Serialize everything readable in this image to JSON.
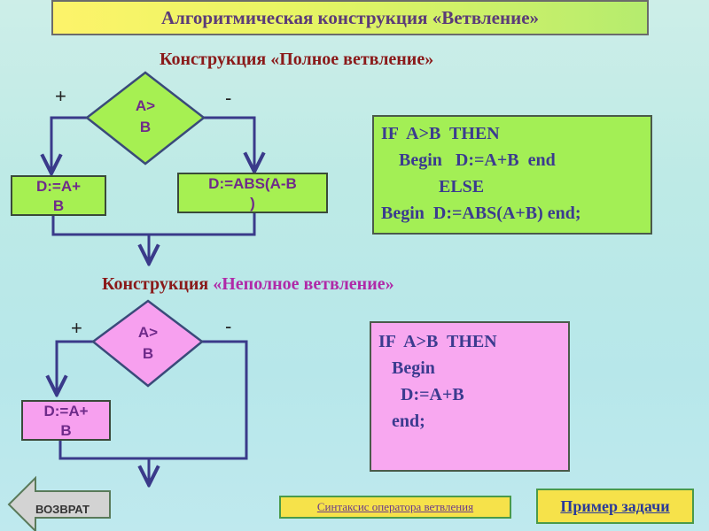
{
  "title": "Алгоритмическая  конструкция  «Ветвление»",
  "full_branch": {
    "heading_prefix": "Конструкция",
    "heading_quote": "«Полное ветвление»",
    "plus": "+",
    "minus": "-",
    "condition_line1": "A>",
    "condition_line2": "B",
    "yes_action_line1": "D:=A+",
    "yes_action_line2": "B",
    "no_action_line1": "D:=ABS(A-B",
    "no_action_line2": ")",
    "code": [
      "IF  A>B  THEN",
      "    Begin   D:=A+B  end",
      "             ELSE",
      "Begin  D:=ABS(A+B) end;"
    ]
  },
  "partial_branch": {
    "heading_prefix": "Конструкция",
    "heading_quote": "«Неполное ветвление»",
    "plus": "+",
    "minus": "-",
    "condition_line1": "A>",
    "condition_line2": "B",
    "yes_action_line1": "D:=A+",
    "yes_action_line2": "B",
    "code": [
      "IF  A>B  THEN",
      "   Begin",
      "     D:=A+B",
      "   end;"
    ]
  },
  "nav": {
    "return_label": "ВОЗВРАТ",
    "syntax_label": "Синтаксис оператора ветвления",
    "example_label": "Пример  задачи"
  },
  "colors": {
    "green_fill": "#a6f052",
    "pink_fill": "#f7a0ef",
    "button_fill": "#f6e24a",
    "return_arrow": "#d3d3d3"
  }
}
